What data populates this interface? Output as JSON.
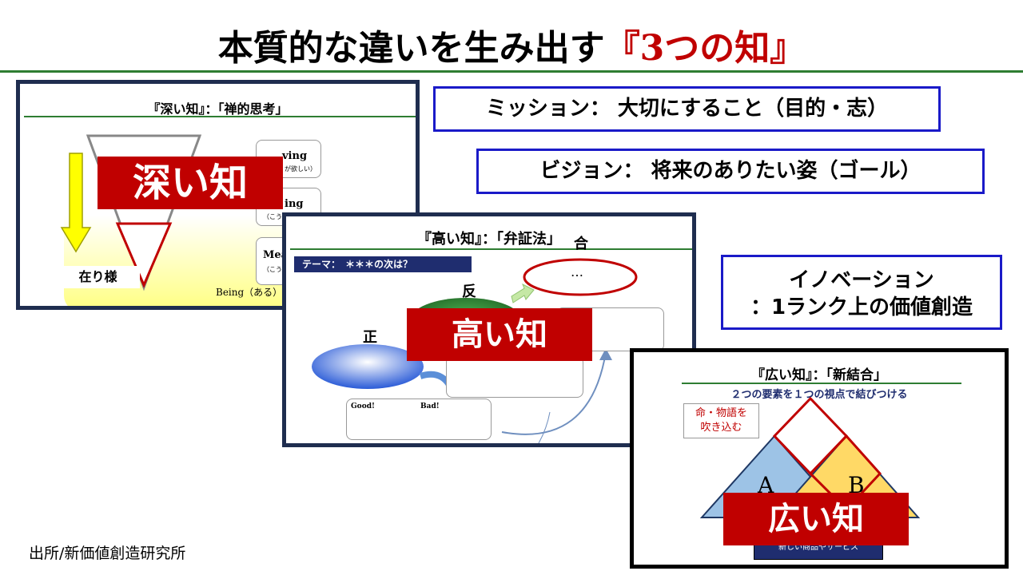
{
  "title": {
    "main": "本質的な違いを生み出す",
    "highlight": "『3つの知』"
  },
  "missions": {
    "mission": "ミッション： 大切にすること（目的・志）",
    "vision": "ビジョン： 将来のありたい姿（ゴール）",
    "innovation_line1": "イノベーション",
    "innovation_line2": "：1ランク上の価値創造"
  },
  "slide1": {
    "title": "『深い知』：「禅的思考」",
    "label": "深い知",
    "box1": "ving",
    "box1_sub": "が欲しい）",
    "box2": "ing",
    "box2_sub": "（こう",
    "box3": "Mea",
    "box3_sub": "（こうで",
    "state": "在り様",
    "being": "Being（ある）"
  },
  "slide2": {
    "title": "『高い知』：「弁証法」",
    "theme": "テーマ：　＊＊＊の次は？",
    "thesis": "正",
    "antithesis": "反",
    "synthesis": "合",
    "synthesis_value": "…",
    "good": "Good!",
    "bad": "Bad!",
    "label": "高い知"
  },
  "slide3": {
    "title": "『広い知』：「新結合」",
    "subtitle": "２つの要素を１つの視点で結びつける",
    "callout_line1": "命・物語を",
    "callout_line2": "吹き込む",
    "element_a": "A",
    "element_b": "B",
    "bottom": "新しい商品やサービス",
    "label": "広い知"
  },
  "source": "出所/新価値創造研究所",
  "colors": {
    "accent_red": "#c00000",
    "frame_navy": "#1f2d4f",
    "mission_border": "#1a1ac8",
    "rule_green": "#2e7d32"
  }
}
